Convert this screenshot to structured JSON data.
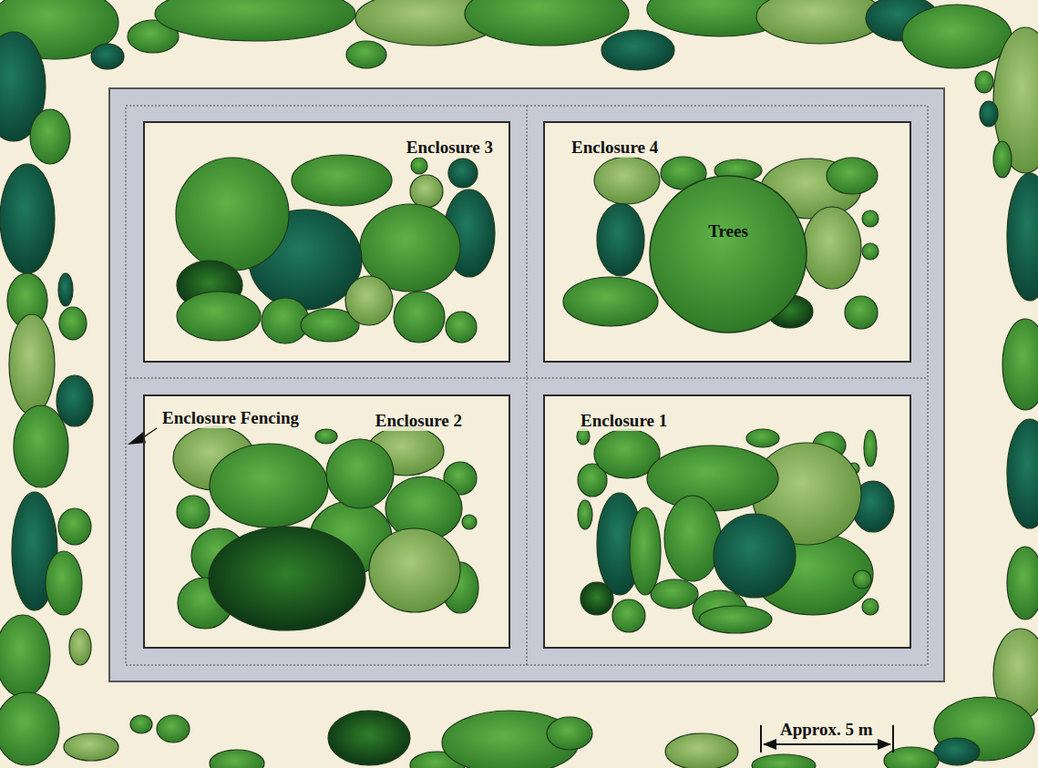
{
  "diagram": {
    "nodes": [
      {
        "text": [
          "Enclosure 3"
        ]
      },
      {
        "text": [
          "Enclosure 4"
        ]
      },
      {
        "text": [
          "Enclosure 2"
        ]
      },
      {
        "text": [
          "Enclosure 1"
        ]
      },
      {
        "text": [
          "Trees"
        ],
        "in": 1
      }
    ],
    "labels": [
      "Enclosure Fencing",
      "Approx. 5 m"
    ]
  }
}
